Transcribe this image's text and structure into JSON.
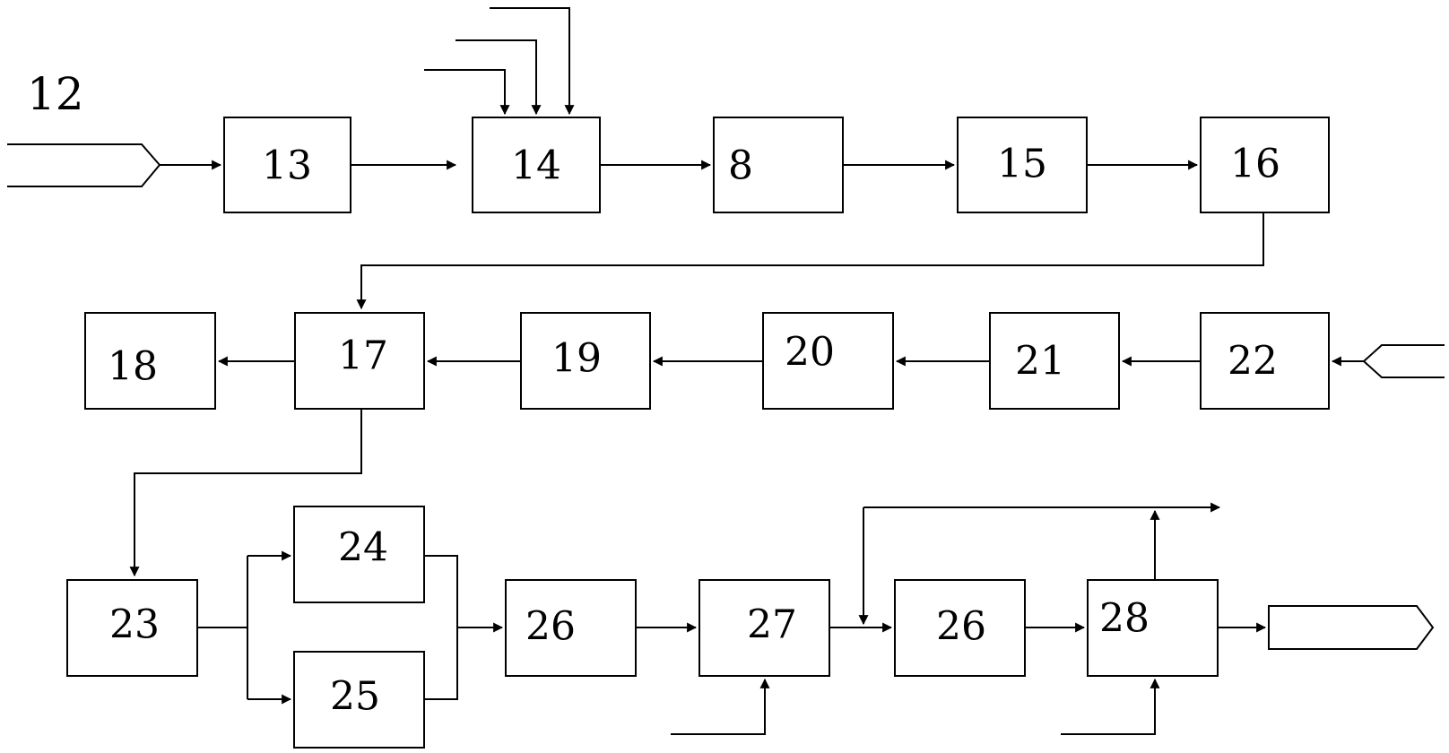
{
  "diagram": {
    "title": "12",
    "blocks": {
      "b13": "13",
      "b14": "14",
      "b8": "8",
      "b15": "15",
      "b16": "16",
      "b18": "18",
      "b17": "17",
      "b19": "19",
      "b20": "20",
      "b21": "21",
      "b22": "22",
      "b23": "23",
      "b24": "24",
      "b25": "25",
      "b26a": "26",
      "b27": "27",
      "b26b": "26",
      "b28": "28"
    }
  }
}
